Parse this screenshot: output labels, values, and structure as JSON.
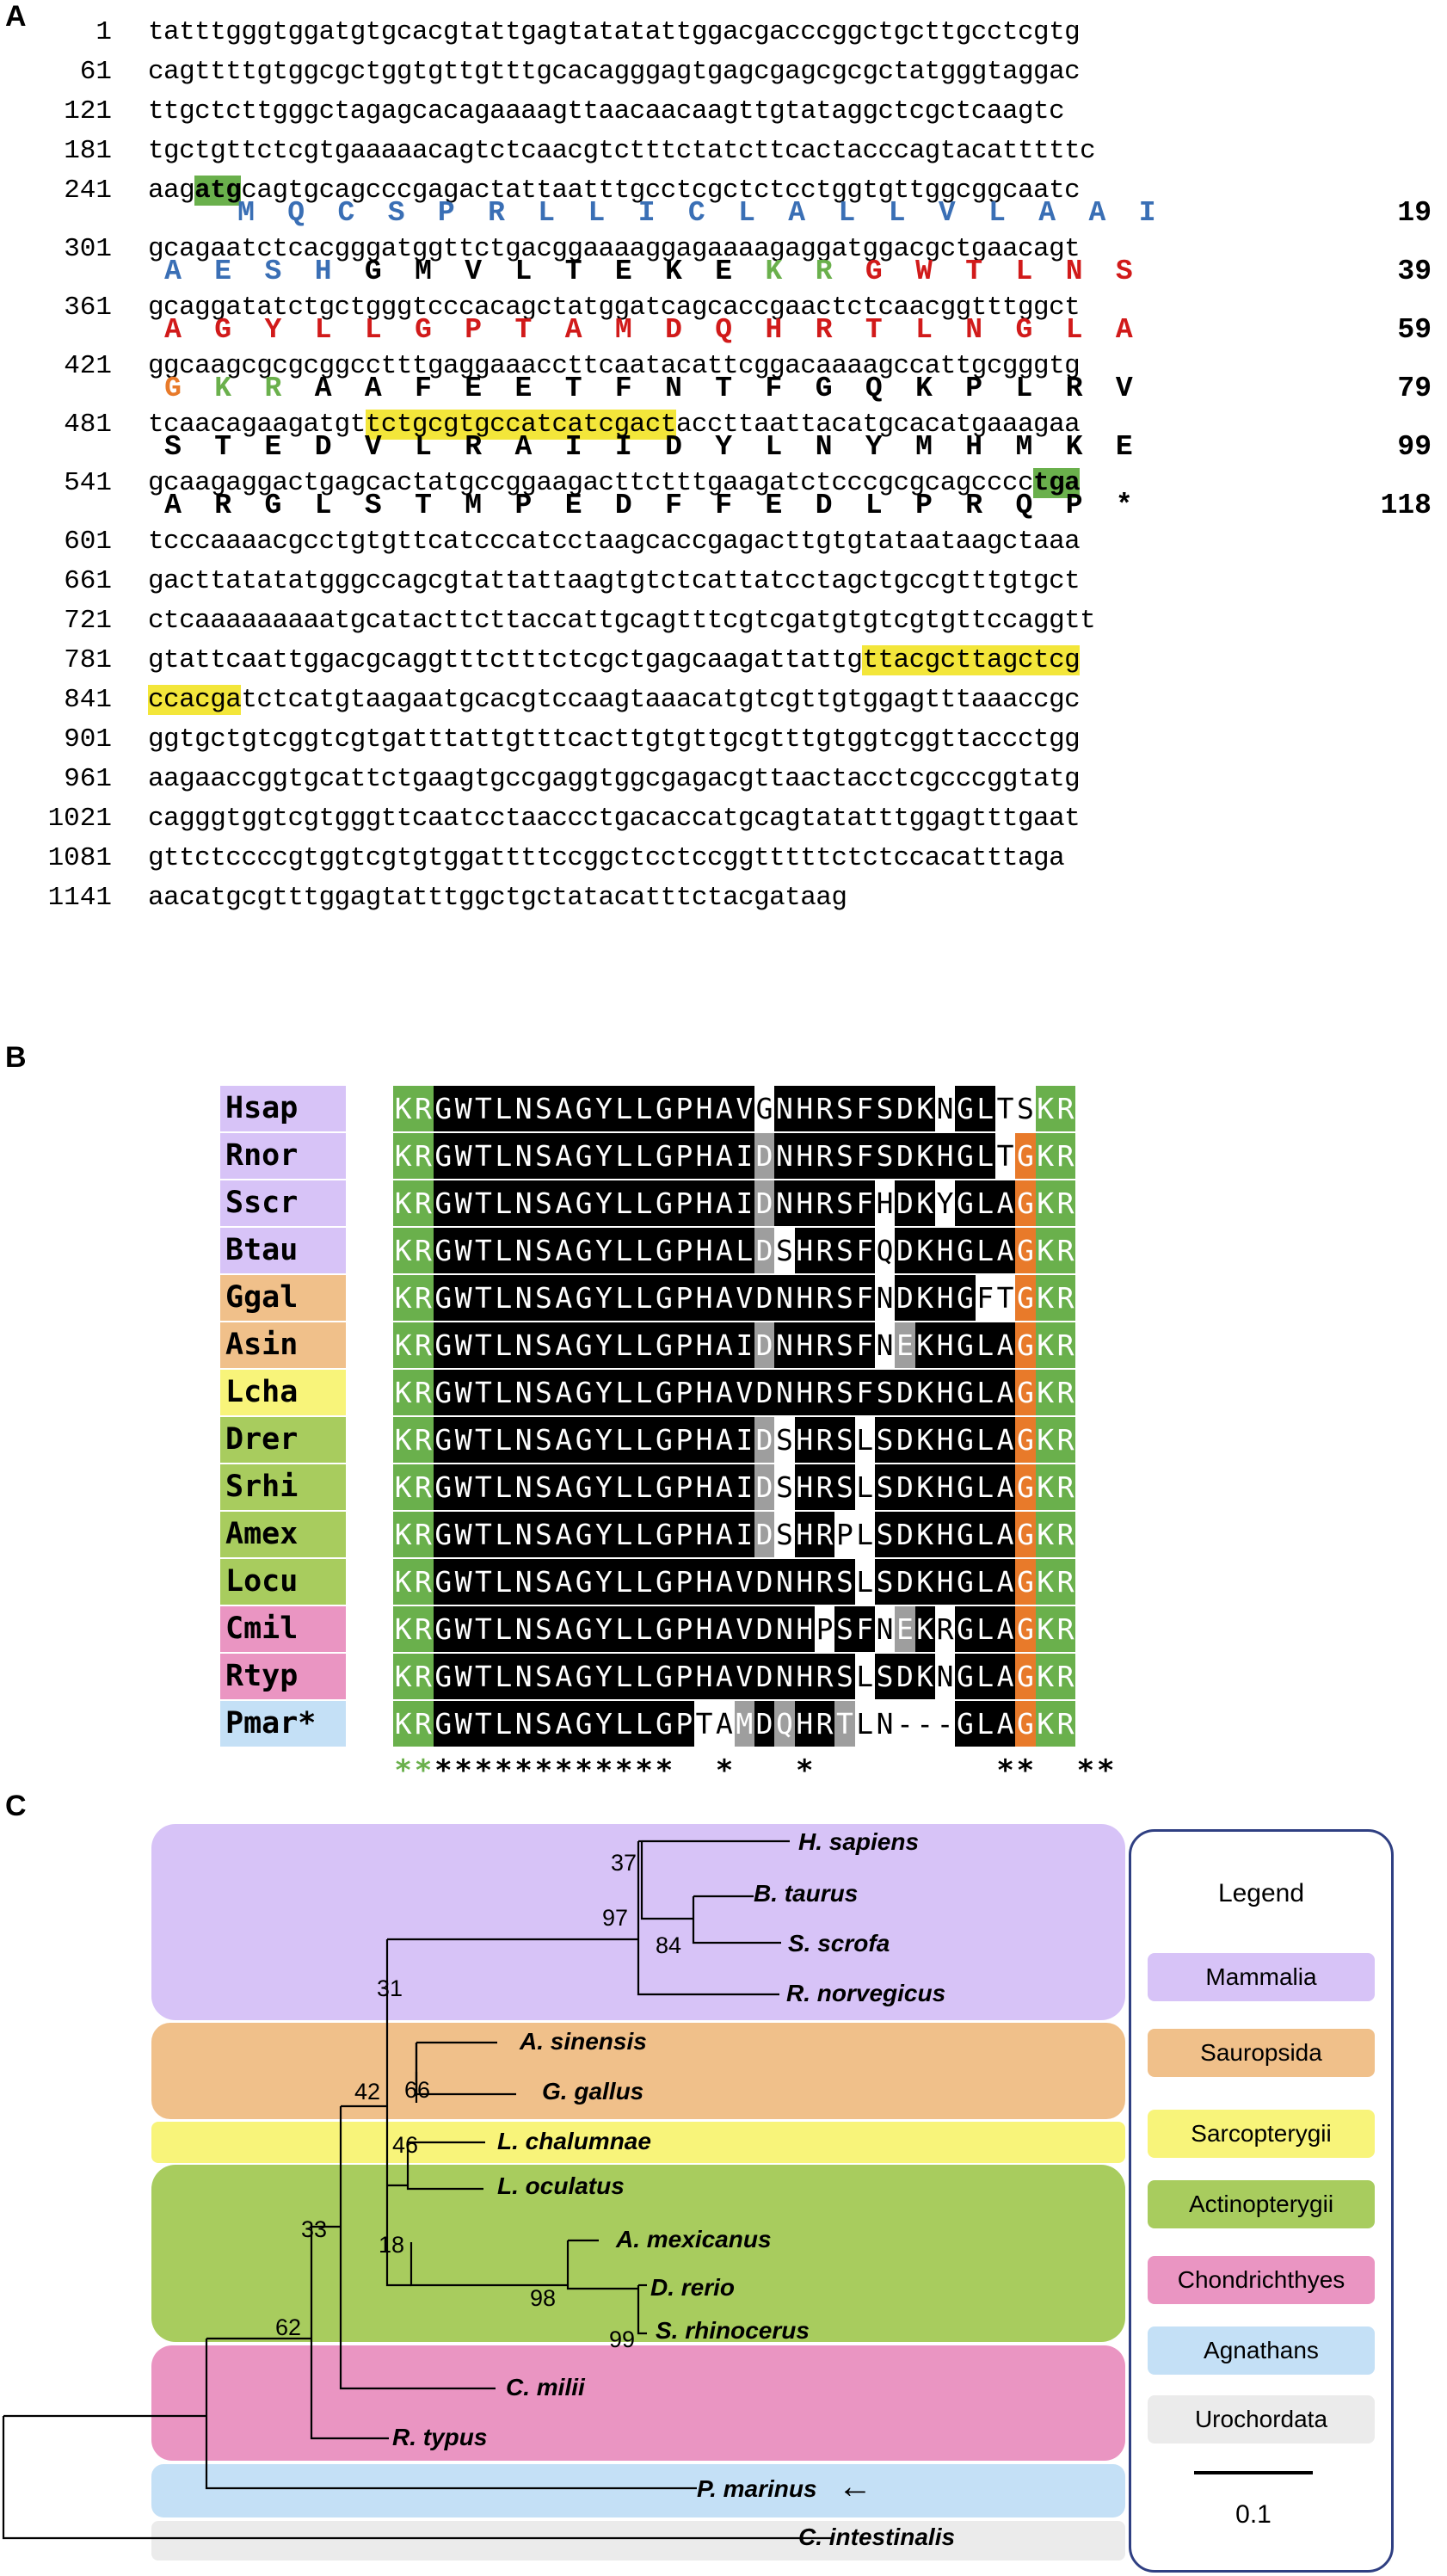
{
  "panels": {
    "a": "A",
    "b": "B",
    "c": "C"
  },
  "colors": {
    "nt_hl_green": "#6ab04c",
    "nt_hl_yellow": "#f3e63a",
    "aa_blue": "#3a6fb5",
    "aa_red": "#d11a1a",
    "aa_green": "#6ab04c",
    "aa_orange": "#e87a2a",
    "aa_black": "#000000",
    "mammalia": "#d7c3f7",
    "sauropsida": "#f0c08a",
    "sarcopterygii": "#f8f47a",
    "actinopterygii": "#a8cc5e",
    "chondrichthyes": "#ea95c2",
    "agnathans": "#c4e0f6",
    "urochordata": "#ebebeb"
  },
  "sequence": {
    "lines": [
      {
        "num": "1",
        "pre": "tatttgggtggatgtgcacgtattgagtatatattggacgacccggctgcttgcctcgtg"
      },
      {
        "num": "61",
        "pre": "cagttttgtggcgctggtgttgtttgcacagggagtgagcgagcgcgctatgggtaggac"
      },
      {
        "num": "121",
        "pre": "ttgctcttgggctagagcacagaaaagttaacaacaagttgtataggctcgctcaagtc"
      },
      {
        "num": "181",
        "pre": "tgctgttctcgtgaaaaacagtctcaacgtctttctatcttcactacccagtacatttttc"
      },
      {
        "num": "241",
        "pre": "aag",
        "hl": "atg",
        "hlclass": "hl-green",
        "post": "cagtgcagcccgagactattaatttgcctcgctctcctggtgttggcggcaatc"
      },
      {
        "num": "301",
        "pre": "gcagaatctcacgggatggttctgacggaaaaggagaaaagaggatggacgctgaacagt"
      },
      {
        "num": "361",
        "pre": "gcaggatatctgctgggtcccacagctatggatcagcaccgaactctcaacggtttggct"
      },
      {
        "num": "421",
        "pre": "ggcaagcgcgcggcctttgaggaaaccttcaatacattcggacaaaagccattgcgggtg"
      },
      {
        "num": "481",
        "pre": "tcaacagaagatgt",
        "hl": "tctgcgtgccatcatcgact",
        "hlclass": "hl-yellow",
        "post": "accttaattacatgcacatgaaagaa"
      },
      {
        "num": "541",
        "pre": "gcaagaggactgagcactatgccggaagacttctttgaagatctcccgcgcagcccc",
        "hl": "tga",
        "hlclass": "hl-green",
        "post": ""
      },
      {
        "num": "601",
        "pre": "tcccaaaacgcctgtgttcatcccatcctaagcaccgagacttgtgtataataagctaaa"
      },
      {
        "num": "661",
        "pre": "gacttatatatgggccagcgtattattaagtgtctcattatcctagctgccgtttgtgct"
      },
      {
        "num": "721",
        "pre": "ctcaaaaaaaaatgcatacttcttaccattgcagtttcgtcgatgtgtcgtgttccaggtt"
      },
      {
        "num": "781",
        "pre": "gtattcaattggacgcaggtttctttctcgctgagcaagattattg",
        "hl": "ttacgcttagctcg",
        "hlclass": "hl-yellow",
        "post": ""
      },
      {
        "num": "841",
        "pre": "",
        "hl": "ccacga",
        "hlclass": "hl-yellow",
        "post": "tctcatgtaagaatgcacgtccaagtaaacatgtcgttgtggagtttaaaccgc"
      },
      {
        "num": "901",
        "pre": "ggtgctgtcggtcgtgatttattgtttcacttgtgttgcgtttgtggtcggttaccctgg"
      },
      {
        "num": "961",
        "pre": "aagaaccggtgcattctgaagtgccgaggtggcgagacgttaactacctcgcccggtatg"
      },
      {
        "num": "1021",
        "pre": "cagggtggtcgtgggttcaatcctaaccctgacaccatgcagtatatttggagtttgaat"
      },
      {
        "num": "1081",
        "pre": "gttctccccgtggtcgtgtggattttccggctcctccggtttttctctccacatttaga"
      },
      {
        "num": "1141",
        "pre": "aacatgcgtttggagtatttggctgctatacatttctacgataag"
      }
    ],
    "translations": [
      {
        "aa": [
          "M",
          "Q",
          "C",
          "S",
          "P",
          "R",
          "L",
          "L",
          "I",
          "C",
          "L",
          "A",
          "L",
          "L",
          "V",
          "L",
          "A",
          "A",
          "I"
        ],
        "colors": [
          "blue",
          "blue",
          "blue",
          "blue",
          "blue",
          "blue",
          "blue",
          "blue",
          "blue",
          "blue",
          "blue",
          "blue",
          "blue",
          "blue",
          "blue",
          "blue",
          "blue",
          "blue",
          "blue"
        ],
        "end": "19"
      },
      {
        "aa": [
          "A",
          "E",
          "S",
          "H",
          "G",
          "M",
          "V",
          "L",
          "T",
          "E",
          "K",
          "E",
          "K",
          "R",
          "G",
          "W",
          "T",
          "L",
          "N",
          "S"
        ],
        "colors": [
          "blue",
          "blue",
          "blue",
          "blue",
          "black",
          "black",
          "black",
          "black",
          "black",
          "black",
          "black",
          "black",
          "green",
          "green",
          "red",
          "red",
          "red",
          "red",
          "red",
          "red"
        ],
        "end": "39"
      },
      {
        "aa": [
          "A",
          "G",
          "Y",
          "L",
          "L",
          "G",
          "P",
          "T",
          "A",
          "M",
          "D",
          "Q",
          "H",
          "R",
          "T",
          "L",
          "N",
          "G",
          "L",
          "A"
        ],
        "colors": [
          "red",
          "red",
          "red",
          "red",
          "red",
          "red",
          "red",
          "red",
          "red",
          "red",
          "red",
          "red",
          "red",
          "red",
          "red",
          "red",
          "red",
          "red",
          "red",
          "red"
        ],
        "end": "59"
      },
      {
        "aa": [
          "G",
          "K",
          "R",
          "A",
          "A",
          "F",
          "E",
          "E",
          "T",
          "F",
          "N",
          "T",
          "F",
          "G",
          "Q",
          "K",
          "P",
          "L",
          "R",
          "V"
        ],
        "colors": [
          "orange",
          "green",
          "green",
          "black",
          "black",
          "black",
          "black",
          "black",
          "black",
          "black",
          "black",
          "black",
          "black",
          "black",
          "black",
          "black",
          "black",
          "black",
          "black",
          "black"
        ],
        "end": "79"
      },
      {
        "aa": [
          "S",
          "T",
          "E",
          "D",
          "V",
          "L",
          "R",
          "A",
          "I",
          "I",
          "D",
          "Y",
          "L",
          "N",
          "Y",
          "M",
          "H",
          "M",
          "K",
          "E"
        ],
        "colors": [
          "black",
          "black",
          "black",
          "black",
          "black",
          "black",
          "black",
          "black",
          "black",
          "black",
          "black",
          "black",
          "black",
          "black",
          "black",
          "black",
          "black",
          "black",
          "black",
          "black"
        ],
        "end": "99"
      },
      {
        "aa": [
          "A",
          "R",
          "G",
          "L",
          "S",
          "T",
          "M",
          "P",
          "E",
          "D",
          "F",
          "F",
          "E",
          "D",
          "L",
          "P",
          "R",
          "Q",
          "P",
          "*"
        ],
        "colors": [
          "black",
          "black",
          "black",
          "black",
          "black",
          "black",
          "black",
          "black",
          "black",
          "black",
          "black",
          "black",
          "black",
          "black",
          "black",
          "black",
          "black",
          "black",
          "black",
          "black"
        ],
        "end": "118"
      }
    ]
  },
  "alignment": {
    "species": [
      {
        "name": "Hsap",
        "seq": "KRGWTLNSAGYLLGPHAVGNHRSFSDKNGLTSKR",
        "shade": "SSBBBBBBBBBBBBBBBBWBBBBBBBBWBBWWSS",
        "group": "mammalia"
      },
      {
        "name": "Rnor",
        "seq": "KRGWTLNSAGYLLGPHAIDNHRSFSDKHGLTGKR",
        "shade": "SSBBBBBBBBBBBBBBBBGBBBBBBBBBBBWOSS",
        "group": "mammalia"
      },
      {
        "name": "Sscr",
        "seq": "KRGWTLNSAGYLLGPHAIDNHRSFHDKYGLAGKR",
        "shade": "SSBBBBBBBBBBBBBBBBGBBBBBWBBWBBBOSS",
        "group": "mammalia"
      },
      {
        "name": "Btau",
        "seq": "KRGWTLNSAGYLLGPHALDSHRSFQDKHGLAGKR",
        "shade": "SSBBBBBBBBBBBBBBBBGWBBBBWBBBBBBOSS",
        "group": "mammalia"
      },
      {
        "name": "Ggal",
        "seq": "KRGWTLNSAGYLLGPHAVDNHRSFNDKHGFTGKR",
        "shade": "SSBBBBBBBBBBBBBBBBBBBBBBWBBBBWWOSS",
        "group": "sauropsida"
      },
      {
        "name": "Asin",
        "seq": "KRGWTLNSAGYLLGPHAIDNHRSFNEKHGLAGKR",
        "shade": "SSBBBBBBBBBBBBBBBBGBBBBBWGBBBBBOSS",
        "group": "sauropsida"
      },
      {
        "name": "Lcha",
        "seq": "KRGWTLNSAGYLLGPHAVDNHRSFSDKHGLAGKR",
        "shade": "SSBBBBBBBBBBBBBBBBBBBBBBBBBBBBBOSS",
        "group": "sarcopterygii"
      },
      {
        "name": "Drer",
        "seq": "KRGWTLNSAGYLLGPHAIDSHRSLSDKHGLAGKR",
        "shade": "SSBBBBBBBBBBBBBBBBGWBBBWBBBBBBBOSS",
        "group": "actinopterygii"
      },
      {
        "name": "Srhi",
        "seq": "KRGWTLNSAGYLLGPHAIDSHRSLSDKHGLAGKR",
        "shade": "SSBBBBBBBBBBBBBBBBGWBBBWBBBBBBBOSS",
        "group": "actinopterygii"
      },
      {
        "name": "Amex",
        "seq": "KRGWTLNSAGYLLGPHAIDSHRPLSDKHGLAGKR",
        "shade": "SSBBBBBBBBBBBBBBBBGWBBWWBBBBBBBOSS",
        "group": "actinopterygii"
      },
      {
        "name": "Locu",
        "seq": "KRGWTLNSAGYLLGPHAVDNHRSLSDKHGLAGKR",
        "shade": "SSBBBBBBBBBBBBBBBBBBBBBWBBBBBBBOSS",
        "group": "actinopterygii"
      },
      {
        "name": "Cmil",
        "seq": "KRGWTLNSAGYLLGPHAVDNHPSFNEKRGLAGKR",
        "shade": "SSBBBBBBBBBBBBBBBBBBBWBBWGBWBBBOSS",
        "group": "chondrichthyes"
      },
      {
        "name": "Rtyp",
        "seq": "KRGWTLNSAGYLLGPHAVDNHRSLSDKNGLAGKR",
        "shade": "SSBBBBBBBBBBBBBBBBBBBBBWBBBWBBBOSS",
        "group": "chondrichthyes"
      },
      {
        "name": "Pmar*",
        "seq": "KRGWTLNSAGYLLGPTAMDQHRTLN---GLAGKR",
        "shade": "SSBBBBBBBBBBBBBWWGBGBBGWWWWWBBBOSS",
        "group": "agnathans"
      }
    ],
    "conservation": "**************  *   *         **  **",
    "conservation_green_positions": [
      0,
      1,
      32,
      33
    ]
  },
  "tree": {
    "taxa": [
      {
        "label": "H. sapiens"
      },
      {
        "label": "B. taurus"
      },
      {
        "label": "S. scrofa"
      },
      {
        "label": "R. norvegicus"
      },
      {
        "label": "A. sinensis"
      },
      {
        "label": "G. gallus"
      },
      {
        "label": "L. chalumnae"
      },
      {
        "label": "L. oculatus"
      },
      {
        "label": "A. mexicanus"
      },
      {
        "label": "D. rerio"
      },
      {
        "label": "S. rhinocerus"
      },
      {
        "label": "C. milii"
      },
      {
        "label": "R. typus"
      },
      {
        "label": "P. marinus"
      },
      {
        "label": "C. intestinalis"
      }
    ],
    "bootstraps": [
      "37",
      "97",
      "84",
      "31",
      "66",
      "42",
      "46",
      "18",
      "98",
      "99",
      "33",
      "62"
    ],
    "arrow": "←"
  },
  "legend": {
    "title": "Legend",
    "items": [
      {
        "label": "Mammalia",
        "key": "mammalia"
      },
      {
        "label": "Sauropsida",
        "key": "sauropsida"
      },
      {
        "label": "Sarcopterygii",
        "key": "sarcopterygii"
      },
      {
        "label": "Actinopterygii",
        "key": "actinopterygii"
      },
      {
        "label": "Chondrichthyes",
        "key": "chondrichthyes"
      },
      {
        "label": "Agnathans",
        "key": "agnathans"
      },
      {
        "label": "Urochordata",
        "key": "urochordata"
      }
    ],
    "scale": "0.1"
  }
}
